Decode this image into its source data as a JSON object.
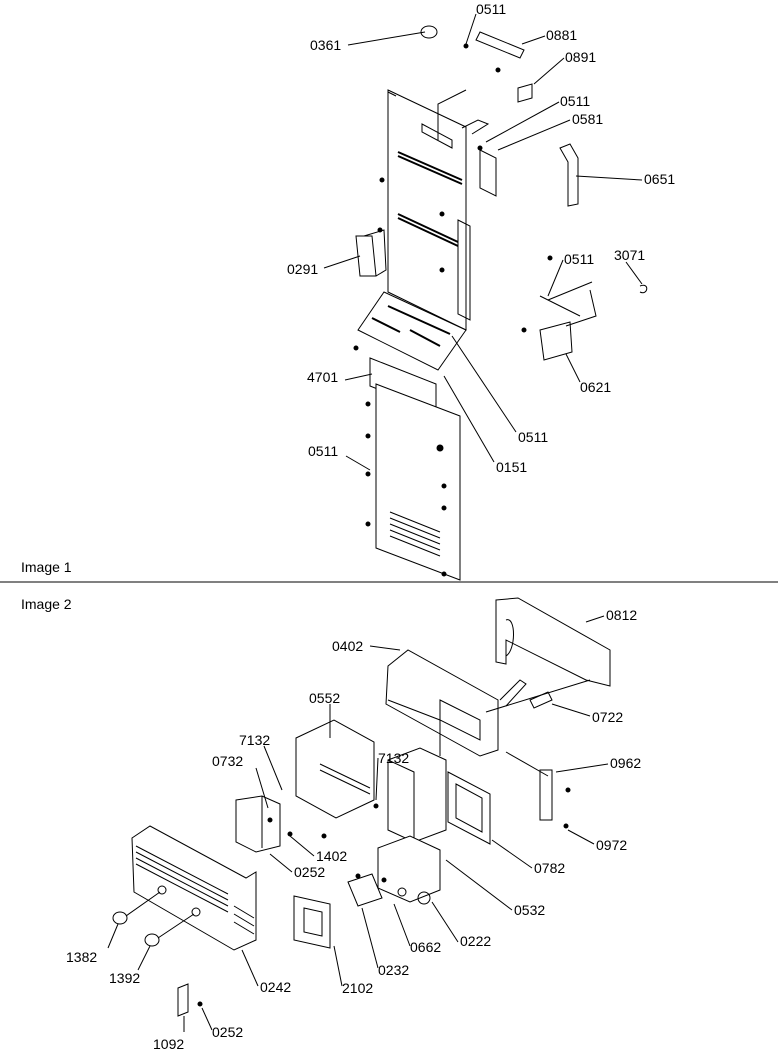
{
  "images": [
    {
      "caption": "Image 1",
      "callouts": [
        "0361",
        "0511",
        "0881",
        "0891",
        "0511",
        "0581",
        "0651",
        "0291",
        "0511",
        "3071",
        "0621",
        "4701",
        "0511",
        "0511",
        "0151"
      ]
    },
    {
      "caption": "Image 2",
      "callouts": [
        "0812",
        "0402",
        "0722",
        "0552",
        "7132",
        "0732",
        "7132",
        "0962",
        "0972",
        "0782",
        "1402",
        "0252",
        "0532",
        "0222",
        "0662",
        "0232",
        "1382",
        "1392",
        "0242",
        "2102",
        "1092",
        "0252"
      ]
    }
  ],
  "colors": {
    "line": "#000000",
    "background": "#ffffff"
  }
}
